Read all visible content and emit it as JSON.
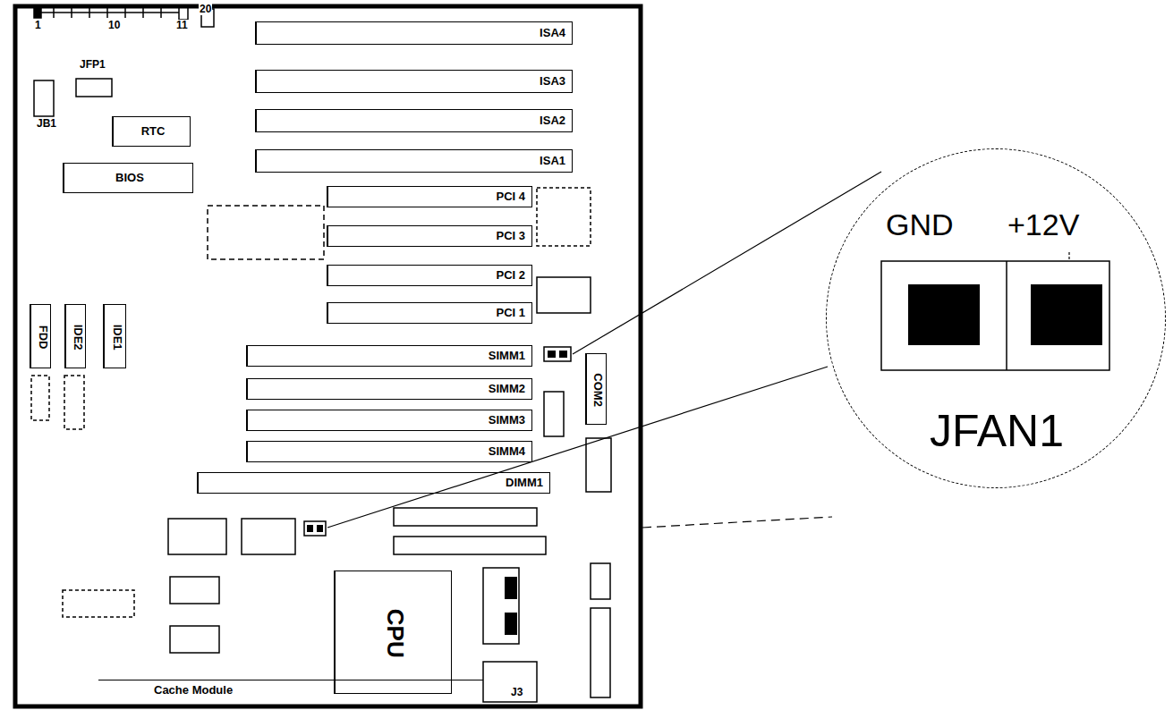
{
  "diagram": {
    "nodes": [
      {
        "text": [
          "ISA4"
        ]
      },
      {
        "text": [
          "ISA3"
        ]
      },
      {
        "text": [
          "ISA2"
        ]
      },
      {
        "text": [
          "ISA1"
        ]
      },
      {
        "text": [
          "PCI 4"
        ]
      },
      {
        "text": [
          "PCI 3"
        ]
      },
      {
        "text": [
          "PCI 2"
        ]
      },
      {
        "text": [
          "PCI 1"
        ]
      },
      {
        "text": [
          "SIMM1"
        ]
      },
      {
        "text": [
          "SIMM2"
        ]
      },
      {
        "text": [
          "SIMM3"
        ]
      },
      {
        "text": [
          "SIMM4"
        ]
      },
      {
        "text": [
          "DIMM1"
        ]
      },
      {
        "text": [
          "RTC"
        ]
      },
      {
        "text": [
          "BIOS"
        ]
      },
      {
        "text": [
          "FDD"
        ]
      },
      {
        "text": [
          "IDE2"
        ]
      },
      {
        "text": [
          "IDE1"
        ]
      },
      {
        "text": [
          "CPU"
        ]
      },
      {
        "text": [
          "Cache Module"
        ]
      },
      {
        "text": [
          "COM2"
        ]
      },
      {
        "text": [
          "GND",
          "+12V",
          "JFAN1"
        ]
      }
    ],
    "labels": [
      "JFP1",
      "1",
      "10",
      "11",
      "20",
      "JB1",
      "J3"
    ]
  }
}
